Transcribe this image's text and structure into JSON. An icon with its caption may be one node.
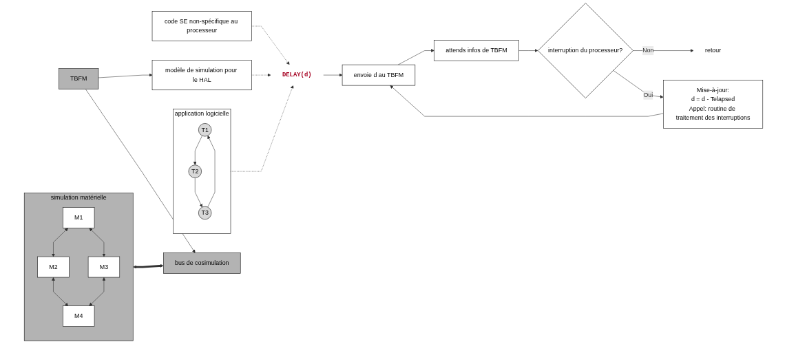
{
  "diagram": {
    "nodes": [
      {
        "text": [
          "simulation matérielle"
        ]
      },
      {
        "text": [
          "M1"
        ],
        "in": 0
      },
      {
        "text": [
          "M2"
        ],
        "in": 0
      },
      {
        "text": [
          "M3"
        ],
        "in": 0
      },
      {
        "text": [
          "M4"
        ],
        "in": 0
      },
      {
        "text": [
          "bus de cosimulation"
        ]
      },
      {
        "text": [
          "TBFM"
        ]
      },
      {
        "text": [
          "application logicielle"
        ]
      },
      {
        "text": [
          "T1"
        ],
        "in": 7
      },
      {
        "text": [
          "T2"
        ],
        "in": 7
      },
      {
        "text": [
          "T3"
        ],
        "in": 7
      },
      {
        "text": [
          "code SE non-spécifique au processeur"
        ]
      },
      {
        "text": [
          "modèle de simulation pour le HAL"
        ]
      },
      {
        "text": [
          "DELAY(d)"
        ]
      },
      {
        "text": [
          "envoie d au TBFM"
        ]
      },
      {
        "text": [
          "attends infos de TBFM"
        ]
      },
      {
        "text": [
          "interruption du processeur?"
        ]
      },
      {
        "text": [
          "retour"
        ]
      },
      {
        "text": [
          "Mise-à-jour:",
          "d = d - Telapsed",
          "Appel: routine de traitement des interruptions"
        ]
      }
    ],
    "edges": [
      {
        "from": 1,
        "to": 2,
        "arrow": "both"
      },
      {
        "from": 1,
        "to": 3,
        "arrow": "both"
      },
      {
        "from": 2,
        "to": 4,
        "arrow": "both"
      },
      {
        "from": 3,
        "to": 4,
        "arrow": "both"
      },
      {
        "from": 0,
        "to": 5,
        "arrow": "both",
        "style": "thick"
      },
      {
        "from": 6,
        "to": 5,
        "arrow": "to"
      },
      {
        "from": 6,
        "to": 12,
        "arrow": "to"
      },
      {
        "from": 8,
        "to": 9,
        "arrow": "to"
      },
      {
        "from": 9,
        "to": 10,
        "arrow": "to"
      },
      {
        "from": 10,
        "to": 8,
        "arrow": "to"
      },
      {
        "from": 7,
        "to": 13,
        "arrow": "to",
        "style": "dashed"
      },
      {
        "from": 11,
        "to": 13,
        "arrow": "to",
        "style": "dashed"
      },
      {
        "from": 12,
        "to": 13,
        "arrow": "to",
        "style": "dashed"
      },
      {
        "from": 13,
        "to": 14,
        "arrow": "to"
      },
      {
        "from": 14,
        "to": 15,
        "arrow": "to"
      },
      {
        "from": 15,
        "to": 16,
        "arrow": "to"
      },
      {
        "from": 16,
        "to": 17,
        "label": "Non",
        "arrow": "to"
      },
      {
        "from": 16,
        "to": 18,
        "label": "Oui",
        "arrow": "to"
      },
      {
        "from": 18,
        "to": 14,
        "arrow": "to"
      }
    ]
  }
}
